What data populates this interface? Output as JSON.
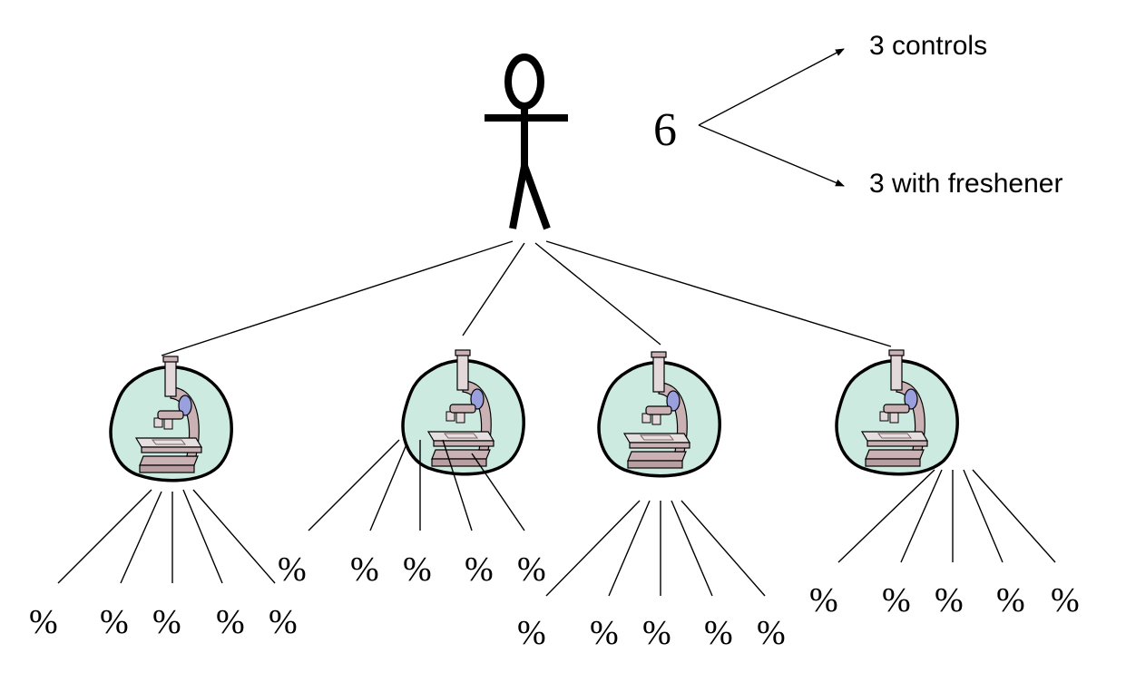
{
  "split": {
    "count": "6",
    "branch_top": "3 controls",
    "branch_bottom": "3 with freshener"
  },
  "icons": {
    "person": "stick-figure-icon",
    "sample": "microscope-icon"
  },
  "colors": {
    "blob_fill": "#cdeae1",
    "microscope_body": "#cab2b4",
    "microscope_lens": "#9aa0de",
    "line": "#000000"
  },
  "samples": [
    {
      "results": [
        "%",
        "%",
        "%",
        "%",
        "%"
      ]
    },
    {
      "results": [
        "%",
        "%",
        "%",
        "%",
        "%"
      ]
    },
    {
      "results": [
        "%",
        "%",
        "%",
        "%",
        "%"
      ]
    },
    {
      "results": [
        "%",
        "%",
        "%",
        "%",
        "%"
      ]
    }
  ]
}
